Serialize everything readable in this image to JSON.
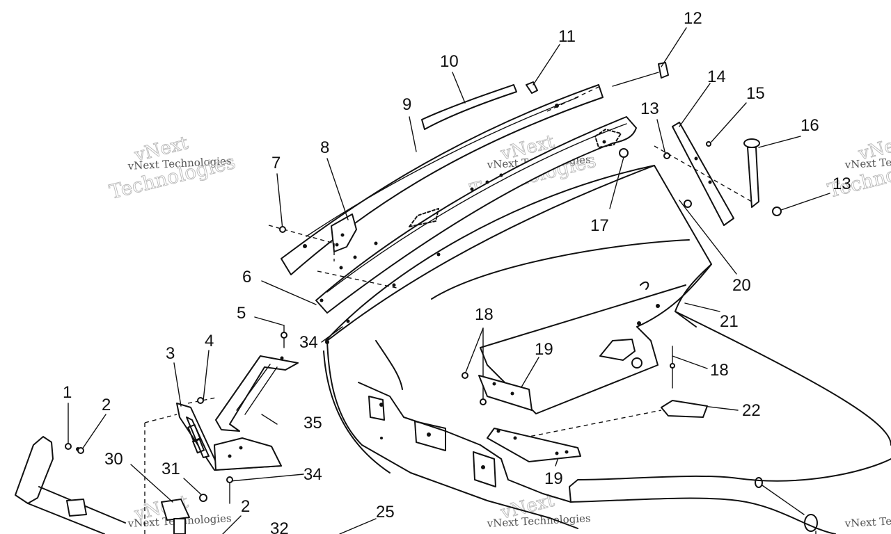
{
  "callouts": {
    "c1": "1",
    "c2a": "2",
    "c2b": "2",
    "c3": "3",
    "c4": "4",
    "c5": "5",
    "c6": "6",
    "c7": "7",
    "c8": "8",
    "c9": "9",
    "c10": "10",
    "c11": "11",
    "c12": "12",
    "c13a": "13",
    "c13b": "13",
    "c14": "14",
    "c15": "15",
    "c16": "16",
    "c17": "17",
    "c18a": "18",
    "c18b": "18",
    "c19a": "19",
    "c19b": "19",
    "c20": "20",
    "c21": "21",
    "c22": "22",
    "c25": "25",
    "c30": "30",
    "c31": "31",
    "c34a": "34",
    "c34b": "34",
    "c35": "35",
    "c32": "32"
  },
  "watermark": {
    "company": "vNext Technologies",
    "line1": "vNext",
    "line2": "Technologies"
  },
  "colors": {
    "ink": "#111111",
    "watermark": "#b9b9b9",
    "background": "#ffffff"
  }
}
